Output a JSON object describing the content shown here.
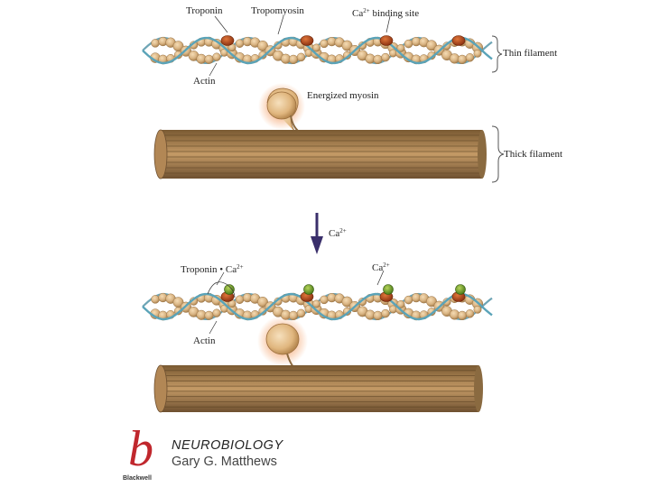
{
  "labels": {
    "troponin_top": "Troponin",
    "tropomyosin": "Tropomyosin",
    "ca_binding_site": "binding site",
    "actin_top": "Actin",
    "thin_filament": "Thin filament",
    "energized_myosin": "Energized myosin",
    "thick_filament": "Thick filament",
    "ca_arrow": "Ca",
    "troponin_ca": "Troponin • Ca",
    "ca_right": "Ca",
    "actin_bottom": "Actin",
    "ion_charge": "2+"
  },
  "brand": {
    "logo_letter": "b",
    "publisher": "Blackwell",
    "title": "NEUROBIOLOGY",
    "author": "Gary G. Matthews"
  },
  "colors": {
    "actin": "#d9b483",
    "actin_shadow": "#a77f4c",
    "tropomyosin": "#5aa3b8",
    "troponin": "#b84a1e",
    "calcium": "#6a9a2a",
    "thick_filament": "#9c7a4c",
    "myosin_head": "#e8c48e",
    "arrow": "#3a2f6b",
    "logo": "#c0272d"
  }
}
